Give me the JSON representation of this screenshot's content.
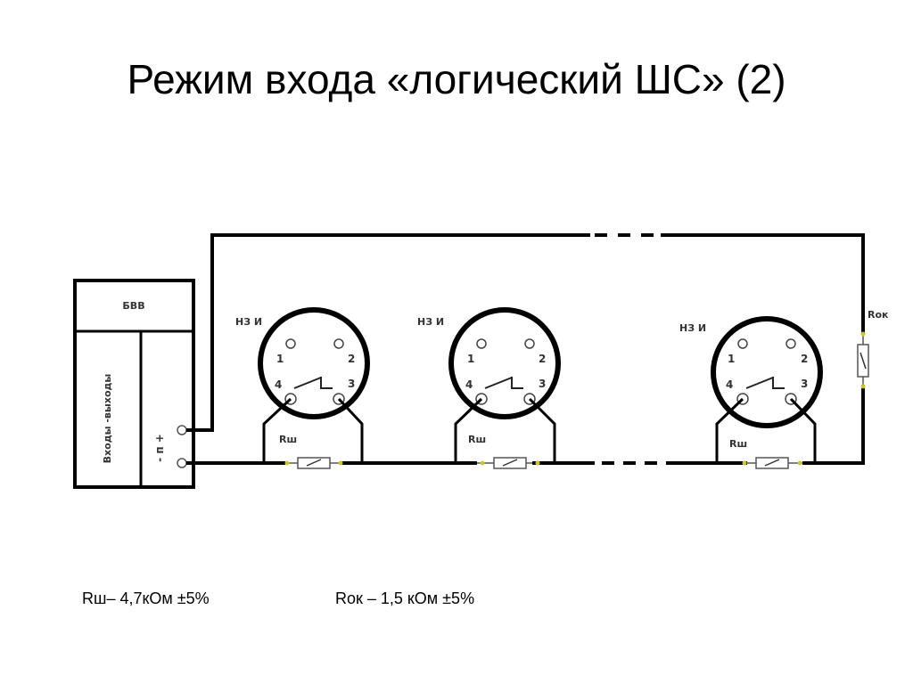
{
  "title": "Режим входа «логический ШС» (2)",
  "diagram": {
    "panel": {
      "top_label": "БВВ",
      "side_label": "Входы -выходы",
      "terminals_label": "- п +"
    },
    "detectors": [
      {
        "label": "НЗ И",
        "pins": [
          "1",
          "2",
          "3",
          "4"
        ],
        "resistor_label": "Rш"
      },
      {
        "label": "НЗ И",
        "pins": [
          "1",
          "2",
          "3",
          "4"
        ],
        "resistor_label": "Rш"
      },
      {
        "label": "НЗ И",
        "pins": [
          "1",
          "2",
          "3",
          "4"
        ],
        "resistor_label": "Rш"
      }
    ],
    "end_resistor_label": "Rок"
  },
  "legend": {
    "rsh": "Rш– 4,7кОм ±5%",
    "rok": "Rок – 1,5 кОм ±5%"
  },
  "colors": {
    "wire": "#000000",
    "contact_dot": "#c8c832"
  }
}
